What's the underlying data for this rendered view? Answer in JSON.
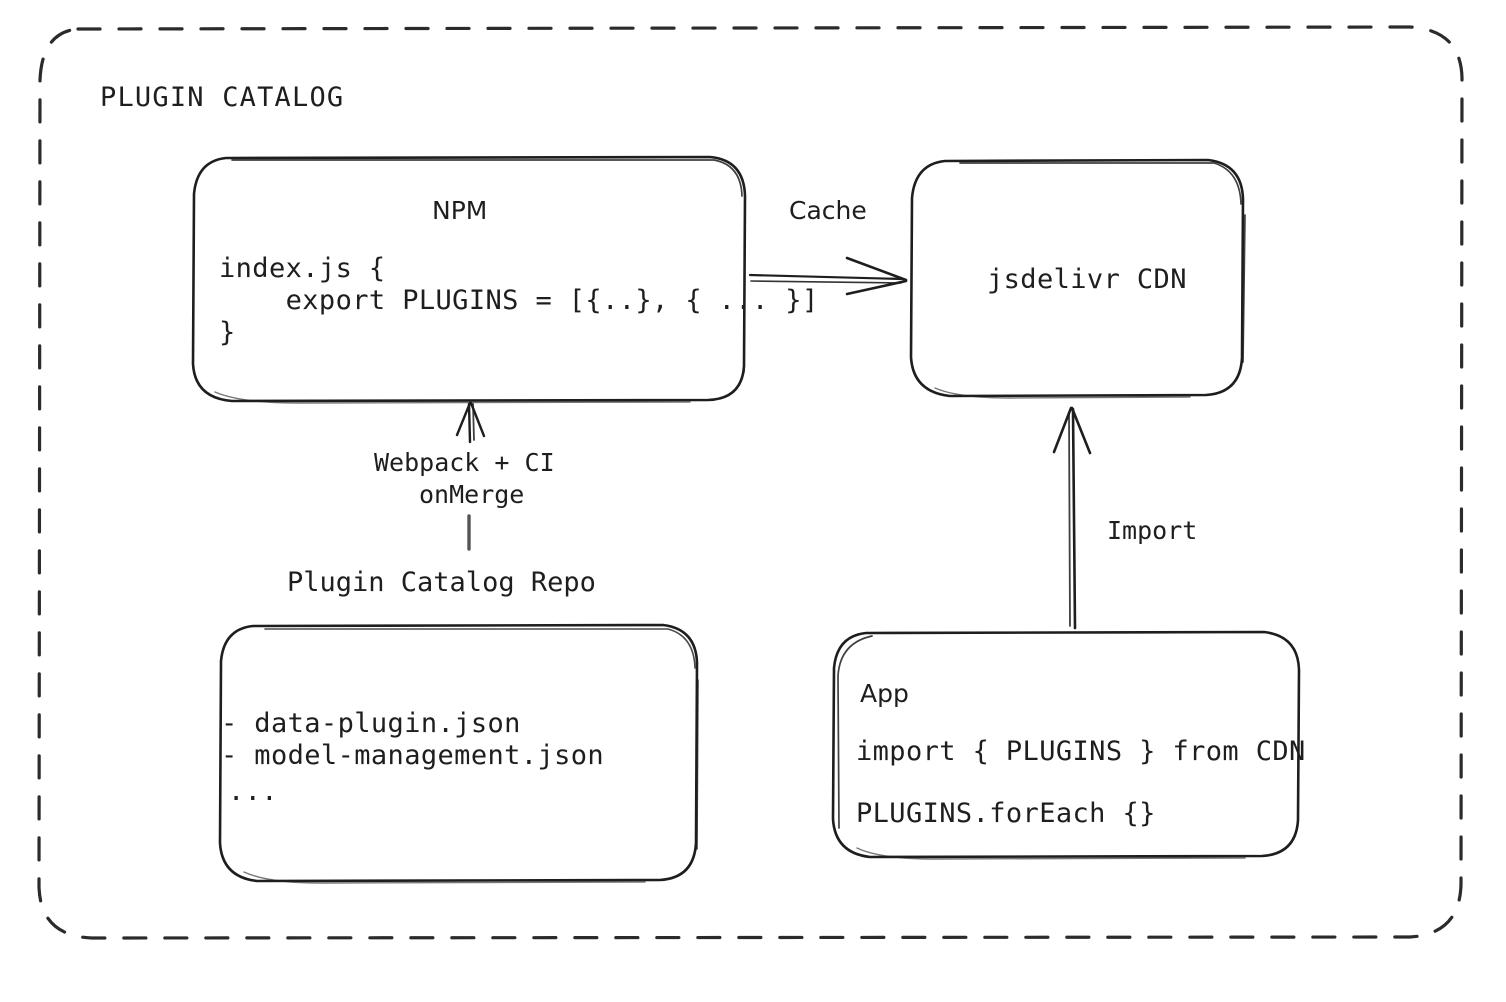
{
  "diagram": {
    "container": {
      "label": "PLUGIN CATALOG",
      "border_style": "dashed",
      "border_color": "#2b2b2b"
    },
    "stroke_color": "#1e1e1e",
    "text_color": "#1e1e1e",
    "background": "#ffffff",
    "nodes": [
      {
        "id": "npm",
        "title": "NPM",
        "title_font": "sans",
        "lines": [
          "index.js {",
          "    export PLUGINS = [{..}, { ... }]",
          "}"
        ]
      },
      {
        "id": "cdn",
        "title": "jsdelivr CDN",
        "title_font": "mono",
        "lines": []
      },
      {
        "id": "repo",
        "title": "",
        "caption": "Plugin Catalog Repo",
        "lines": [
          "- data-plugin.json",
          "- model-management.json",
          "..."
        ]
      },
      {
        "id": "app",
        "title": "App",
        "title_font": "sans",
        "lines": [
          "import { PLUGINS } from CDN",
          "PLUGINS.forEach {}"
        ]
      }
    ],
    "edges": [
      {
        "id": "npm-to-cdn",
        "label": "Cache",
        "label_font": "sans",
        "from": "npm",
        "to": "cdn",
        "direction": "right"
      },
      {
        "id": "repo-to-npm",
        "label_line_1": "Webpack + CI",
        "label_line_2": "onMerge",
        "label_font": "mono",
        "from": "repo",
        "to": "npm",
        "direction": "up"
      },
      {
        "id": "app-to-cdn",
        "label": "Import",
        "label_font": "mono",
        "from": "app",
        "to": "cdn",
        "direction": "up"
      }
    ]
  }
}
